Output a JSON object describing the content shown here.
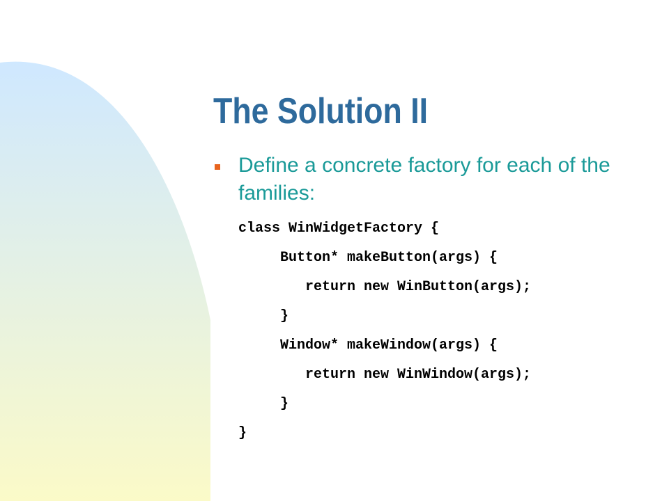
{
  "slide": {
    "title": "The Solution II",
    "bullet": "Define a concrete factory for each of the families:",
    "code": {
      "line1": "class WinWidgetFactory {",
      "line2": "Button* makeButton(args) {",
      "line3": "return new WinButton(args);",
      "line4": "}",
      "line5": "Window* makeWindow(args) {",
      "line6": "return new WinWindow(args);",
      "line7": "}",
      "line8": "}"
    }
  },
  "colors": {
    "title": "#2e6a9c",
    "bullet_text": "#1a9a98",
    "bullet_marker": "#e8641e",
    "gradient_top": "#cfe8ff",
    "gradient_bottom": "#fbfac8"
  }
}
